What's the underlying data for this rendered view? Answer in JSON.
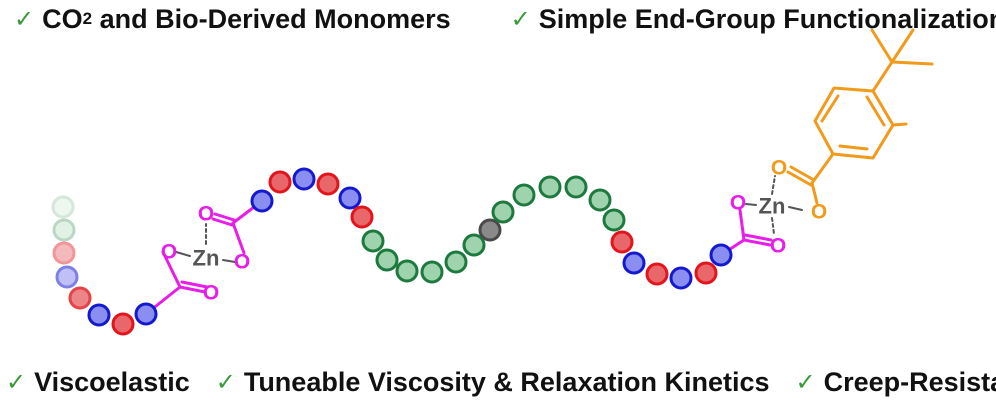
{
  "header": {
    "items": [
      {
        "icon": "check-icon",
        "text_main": "CO",
        "text_sub": "2",
        "text_rest": " and Bio-Derived Monomers"
      },
      {
        "icon": "check-icon",
        "text": "Simple End-Group Functionalization"
      }
    ]
  },
  "footer": {
    "items": [
      {
        "icon": "check-icon",
        "text": "Viscoelastic"
      },
      {
        "icon": "check-icon",
        "text": "Tuneable Viscosity & Relaxation Kinetics"
      },
      {
        "icon": "check-icon",
        "text": "Creep-Resistant"
      }
    ]
  },
  "labels": {
    "zn": "Zn",
    "o": "O"
  },
  "colors": {
    "check": "#3a9a3a",
    "red_bead": "#e8676b",
    "red_ring": "#e3141c",
    "blue_bead": "#8a8ef0",
    "blue_ring": "#1419cf",
    "green_bead": "#9fd3ad",
    "green_ring": "#1d7a3e",
    "grey_bead": "#8a8a8a",
    "grey_ring": "#4a4a4a",
    "magenta": "#e81ee8",
    "orange": "#f29a1c",
    "zn": "#555555"
  }
}
